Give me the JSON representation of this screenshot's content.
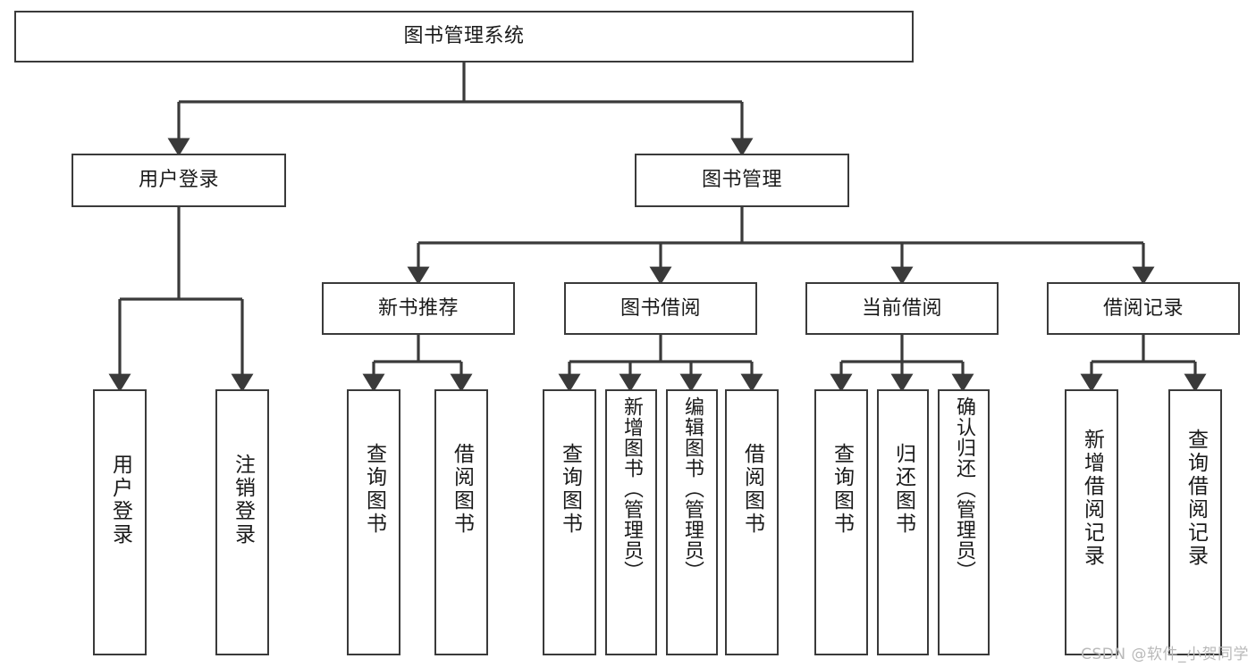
{
  "diagram": {
    "title": "图书管理系统",
    "type": "tree",
    "colors": {
      "background": "#ffffff",
      "box_border": "#3a3a3a",
      "connector": "#3a3a3a",
      "text": "#1a1a1a",
      "watermark": "#b9b9b9"
    },
    "root": {
      "id": "root",
      "label": "图书管理系统",
      "orientation": "horizontal"
    },
    "level2": [
      {
        "id": "user-login",
        "label": "用户登录",
        "orientation": "horizontal"
      },
      {
        "id": "book-manage",
        "label": "图书管理",
        "orientation": "horizontal"
      }
    ],
    "level3": [
      {
        "id": "new-book-rec",
        "label": "新书推荐",
        "orientation": "horizontal",
        "parent": "book-manage"
      },
      {
        "id": "book-borrow",
        "label": "图书借阅",
        "orientation": "horizontal",
        "parent": "book-manage"
      },
      {
        "id": "current-borrow",
        "label": "当前借阅",
        "orientation": "horizontal",
        "parent": "book-manage"
      },
      {
        "id": "borrow-record",
        "label": "借阅记录",
        "orientation": "horizontal",
        "parent": "book-manage"
      }
    ],
    "leaves": [
      {
        "id": "leaf-user-login",
        "label": "用户登录",
        "parent": "user-login"
      },
      {
        "id": "leaf-logout",
        "label": "注销登录",
        "parent": "user-login"
      },
      {
        "id": "leaf-query-book-1",
        "label": "查询图书",
        "parent": "new-book-rec"
      },
      {
        "id": "leaf-borrow-book-1",
        "label": "借阅图书",
        "parent": "new-book-rec"
      },
      {
        "id": "leaf-query-book-2",
        "label": "查询图书",
        "parent": "book-borrow"
      },
      {
        "id": "leaf-add-book",
        "label": "新增图书（管理员）",
        "parent": "book-borrow"
      },
      {
        "id": "leaf-edit-book",
        "label": "编辑图书（管理员）",
        "parent": "book-borrow"
      },
      {
        "id": "leaf-borrow-book-2",
        "label": "借阅图书",
        "parent": "book-borrow"
      },
      {
        "id": "leaf-query-book-3",
        "label": "查询图书",
        "parent": "current-borrow"
      },
      {
        "id": "leaf-return-book",
        "label": "归还图书",
        "parent": "current-borrow"
      },
      {
        "id": "leaf-confirm-return",
        "label": "确认归还（管理员）",
        "parent": "current-borrow"
      },
      {
        "id": "leaf-add-record",
        "label": "新增借阅记录",
        "parent": "borrow-record"
      },
      {
        "id": "leaf-query-record",
        "label": "查询借阅记录",
        "parent": "borrow-record"
      }
    ]
  },
  "watermark": {
    "text": "CSDN @软件_小贺同学"
  }
}
